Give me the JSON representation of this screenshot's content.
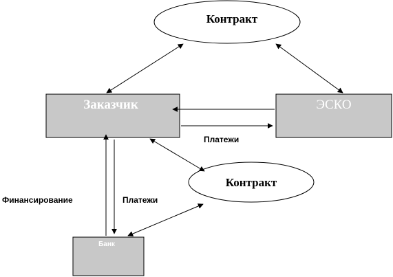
{
  "diagram": {
    "nodes": {
      "contract_top": {
        "label": "Контракт"
      },
      "customer": {
        "label": "Заказчик"
      },
      "esco": {
        "label": "ЭСКО"
      },
      "contract_bottom": {
        "label": "Контракт"
      },
      "bank": {
        "label": "Банк"
      }
    },
    "edges": {
      "customer_esco_payments": {
        "label": "Платежи"
      },
      "bank_customer_financing": {
        "label": "Финансирование"
      },
      "customer_bank_payments": {
        "label": "Платежи"
      }
    },
    "colors": {
      "box_fill": "#c8c8c8",
      "stroke": "#000000",
      "box_text": "#ffffff"
    }
  }
}
